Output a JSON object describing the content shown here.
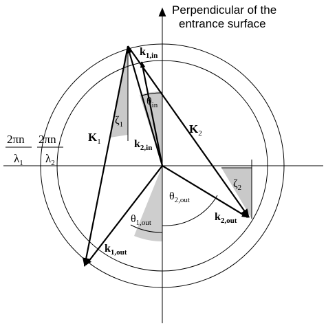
{
  "axis_caption": {
    "line1": "Perpendicular of the",
    "line2": "entrance surface"
  },
  "radius_labels": {
    "outer": {
      "numerator": "2πn",
      "denominator": "λ",
      "subscript": "1"
    },
    "inner": {
      "numerator": "2πn",
      "denominator": "λ",
      "subscript": "2"
    }
  },
  "vectors": {
    "K1": {
      "main": "K",
      "sub": "1"
    },
    "K2": {
      "main": "K",
      "sub": "2"
    },
    "k1_in": {
      "main": "k",
      "sub": "1,in"
    },
    "k2_in": {
      "main": "k",
      "sub": "2,in"
    },
    "k1_out": {
      "main": "k",
      "sub": "1,out"
    },
    "k2_out": {
      "main": "k",
      "sub": "2,out"
    }
  },
  "angles": {
    "theta_in": {
      "main": "θ",
      "sub": "in"
    },
    "zeta1": {
      "main": "ζ",
      "sub": "1"
    },
    "zeta2": {
      "main": "ζ",
      "sub": "2"
    },
    "theta1_out": {
      "main": "θ",
      "sub": "1,out"
    },
    "theta2_out": {
      "main": "θ",
      "sub": "2,out"
    }
  }
}
